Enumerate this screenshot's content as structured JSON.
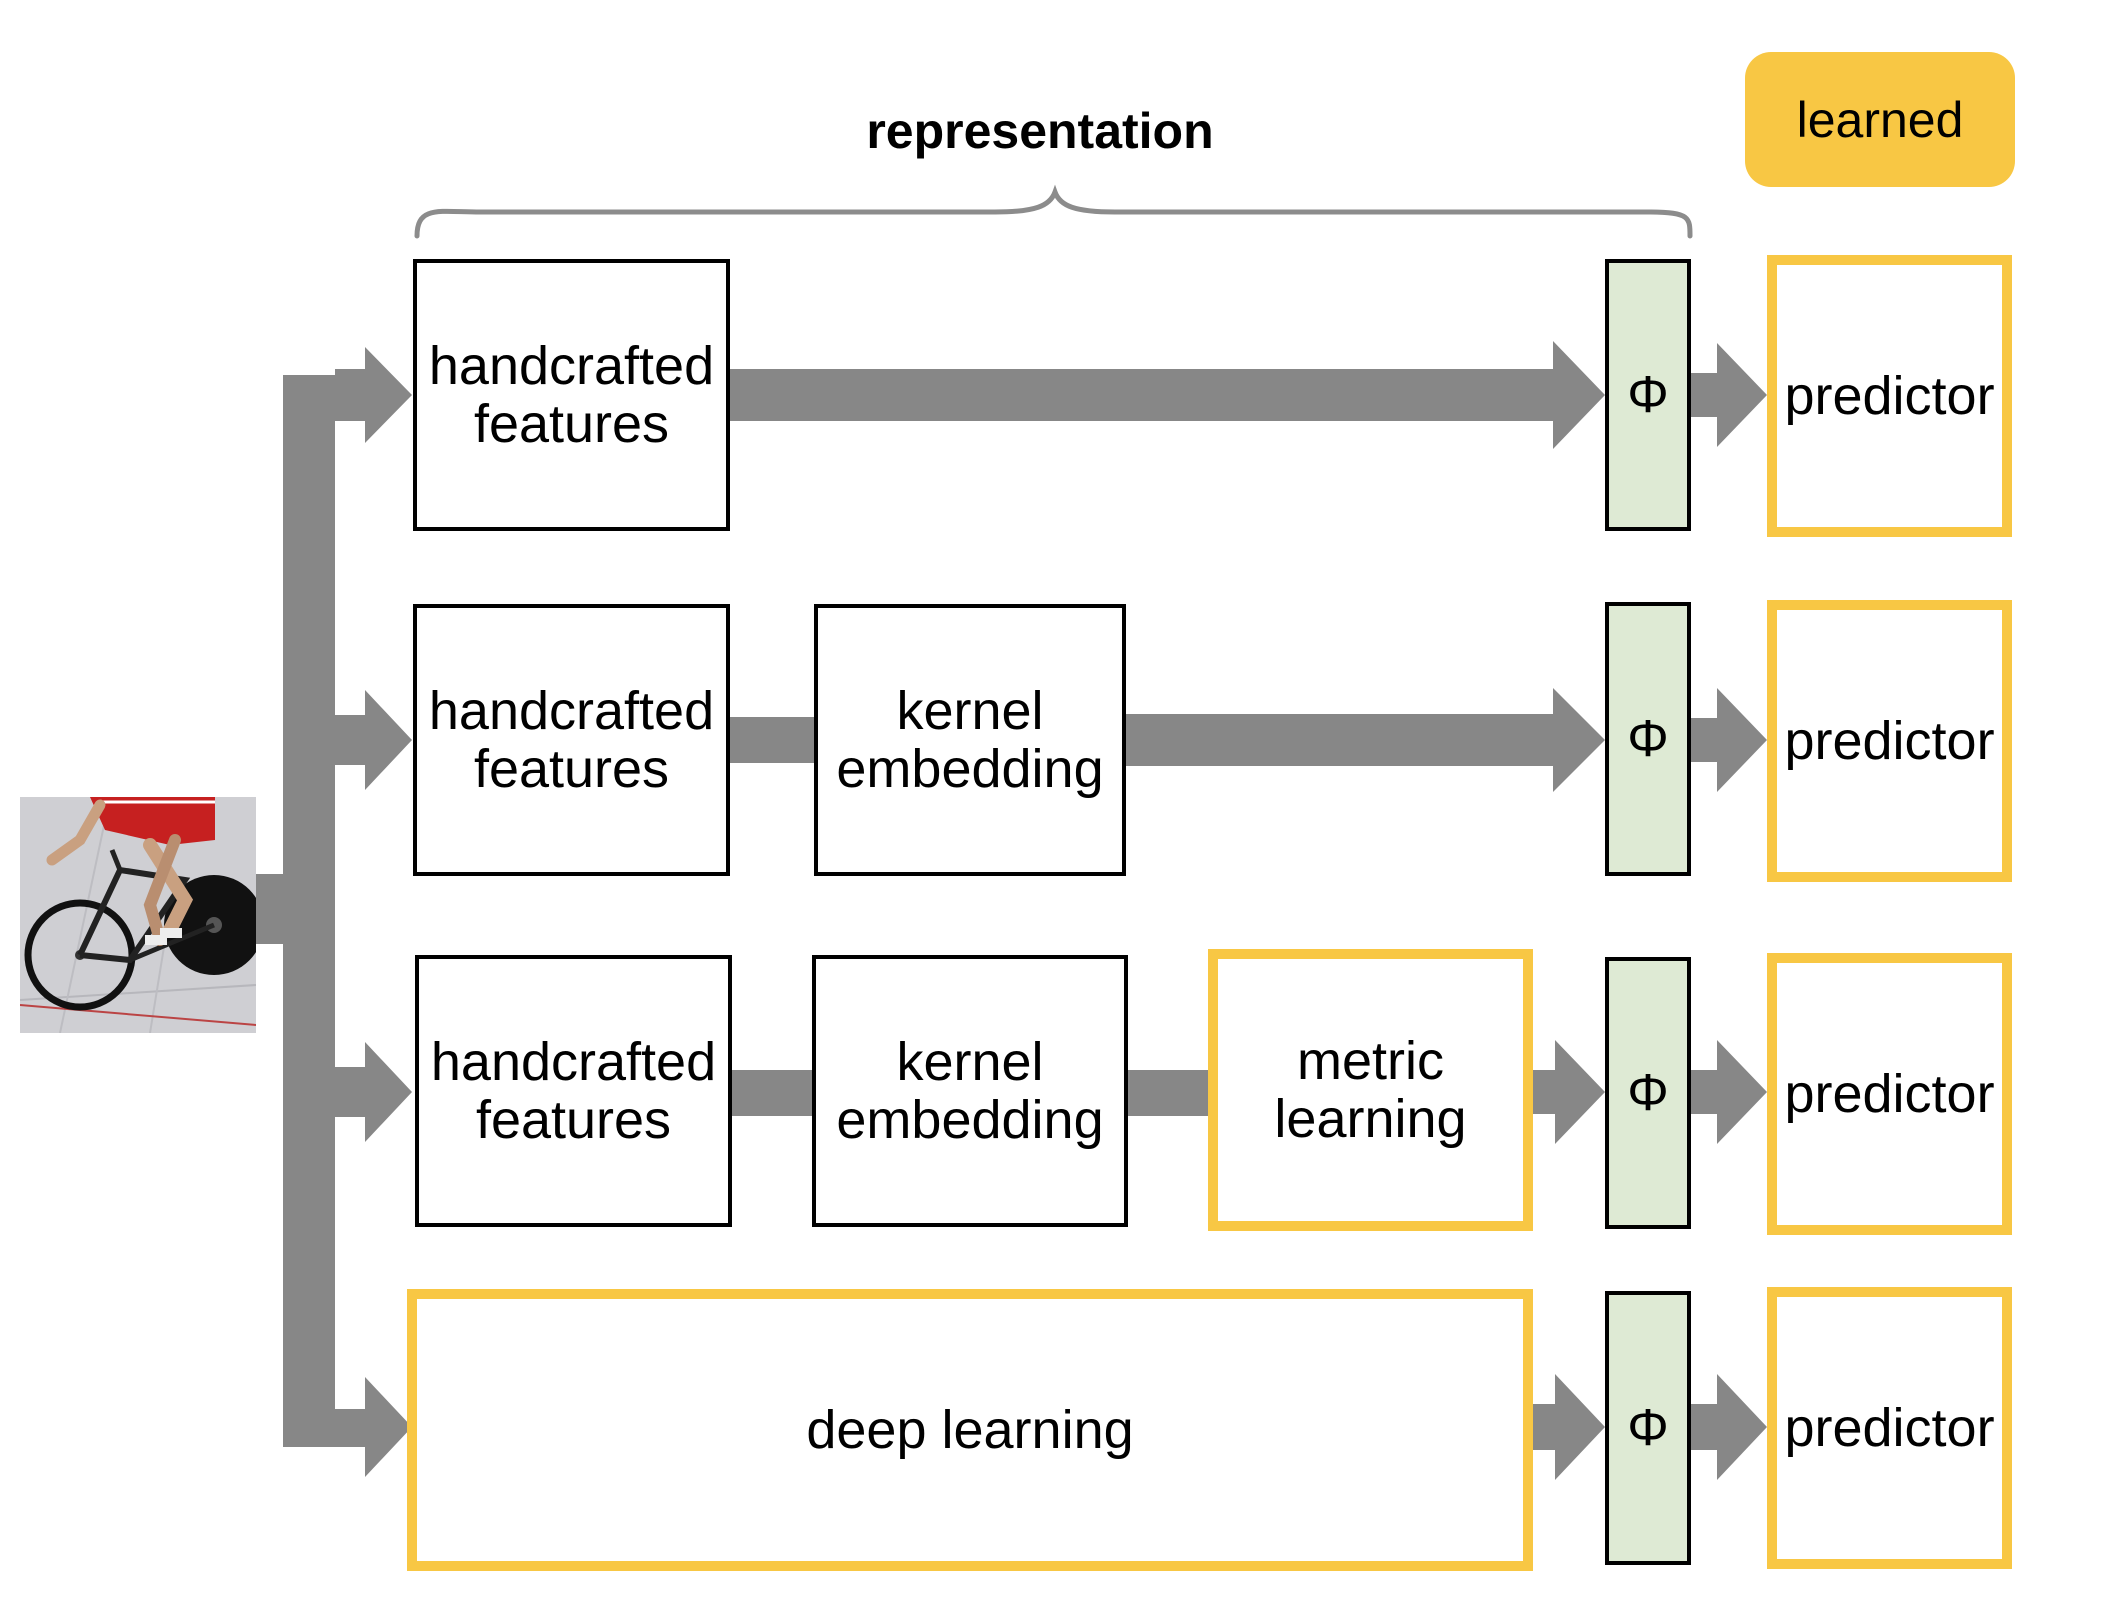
{
  "colors": {
    "arrow": "#878787",
    "learned": "#F8C744",
    "phi_fill": "#DEEAD4",
    "brace": "#8C8C8C"
  },
  "header": {
    "representation": "representation",
    "learned": "learned"
  },
  "input_image": {
    "icon": "cyclist-photo"
  },
  "pipelines": [
    {
      "handcrafted": "handcrafted features",
      "phi": "Φ",
      "predictor": "predictor"
    },
    {
      "handcrafted": "handcrafted features",
      "kernel": "kernel embedding",
      "phi": "Φ",
      "predictor": "predictor"
    },
    {
      "handcrafted": "handcrafted features",
      "kernel": "kernel embedding",
      "metric": "metric learning",
      "phi": "Φ",
      "predictor": "predictor"
    },
    {
      "deep": "deep learning",
      "phi": "Φ",
      "predictor": "predictor"
    }
  ]
}
